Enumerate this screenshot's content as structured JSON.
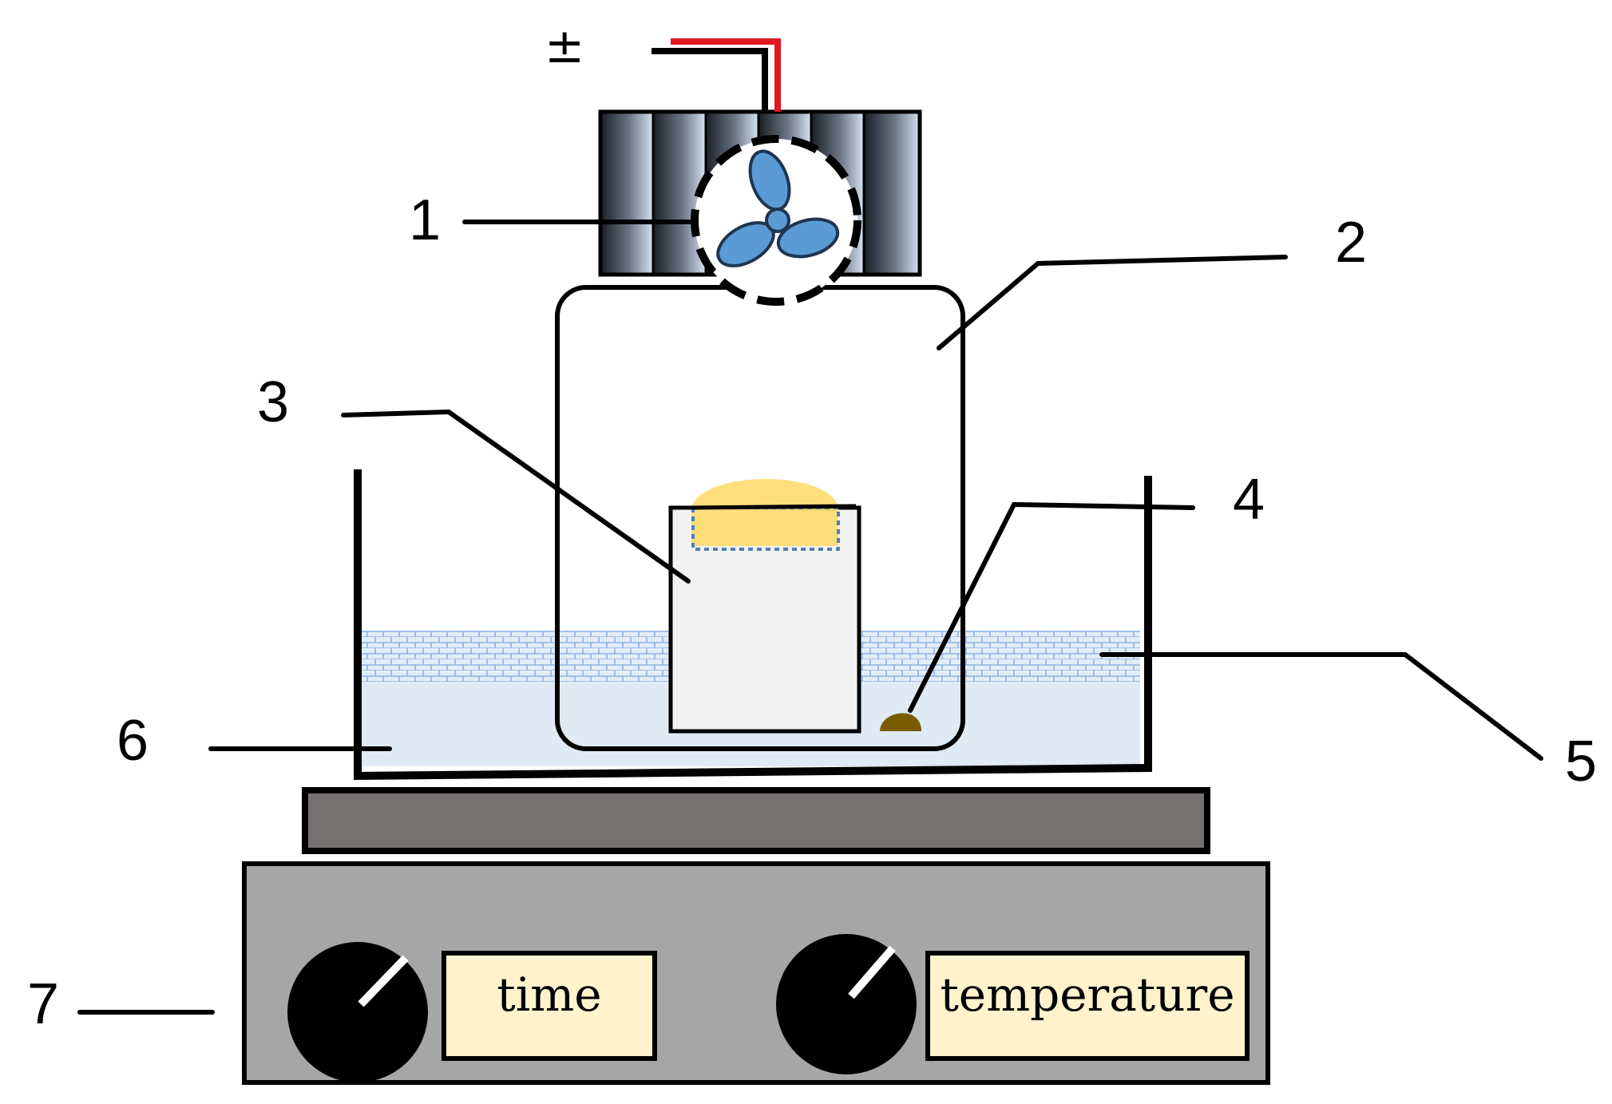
{
  "power": {
    "symbol": "±"
  },
  "callouts": [
    "1",
    "2",
    "3",
    "4",
    "5",
    "6",
    "7"
  ],
  "controls": [
    {
      "label": "time"
    },
    {
      "label": "temperature"
    }
  ],
  "colors": {
    "wire_positive": "#e0191f",
    "wire_negative": "#000000",
    "fan_blade": "#5b9bd5",
    "sample_cap": "#ffd966",
    "tube": "#f2f2f2",
    "water": "#dfeaf5",
    "steam": "#8fb3e0",
    "stir_bar": "#7a5c00",
    "hotplate_top": "#767171",
    "hotplate_body": "#a6a6a6",
    "display_bg": "#fff2cc",
    "knob": "#000000"
  },
  "icons": [
    "fan-icon",
    "heatsink-icon",
    "knob-icon"
  ]
}
